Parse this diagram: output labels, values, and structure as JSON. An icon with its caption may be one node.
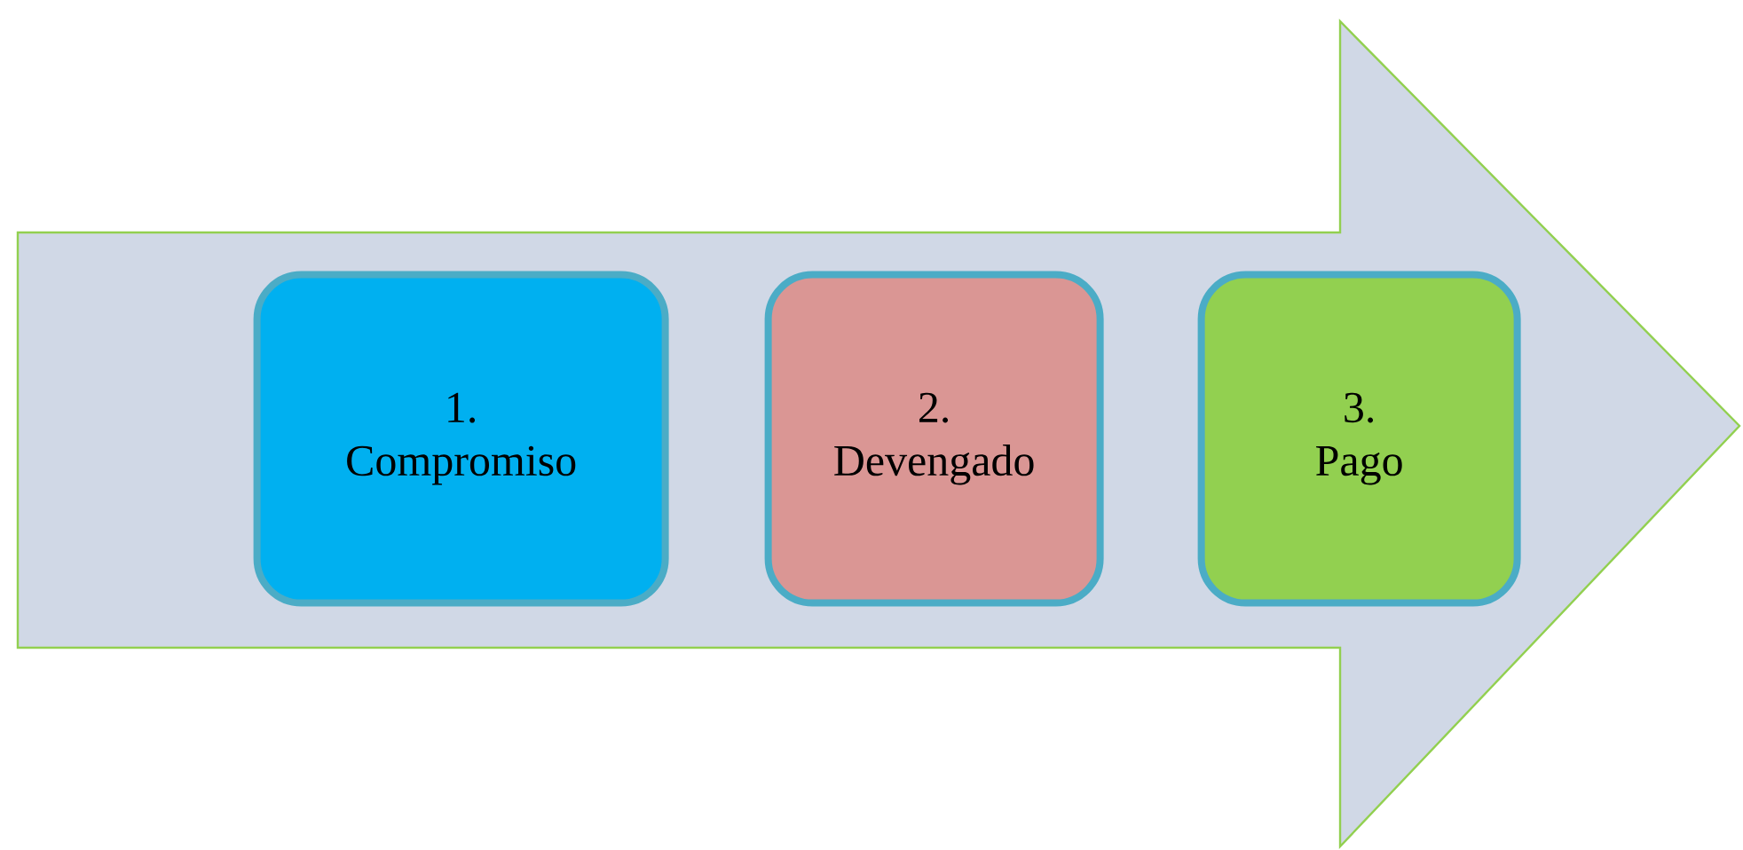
{
  "diagram": {
    "nodes": [
      {
        "text": [],
        "shape": "arrow"
      },
      {
        "text": [
          "1. Compromiso"
        ],
        "in": 0
      },
      {
        "text": [
          "2. Devengado"
        ],
        "in": 0
      },
      {
        "text": [
          "3. Pago"
        ],
        "in": 0
      }
    ]
  }
}
